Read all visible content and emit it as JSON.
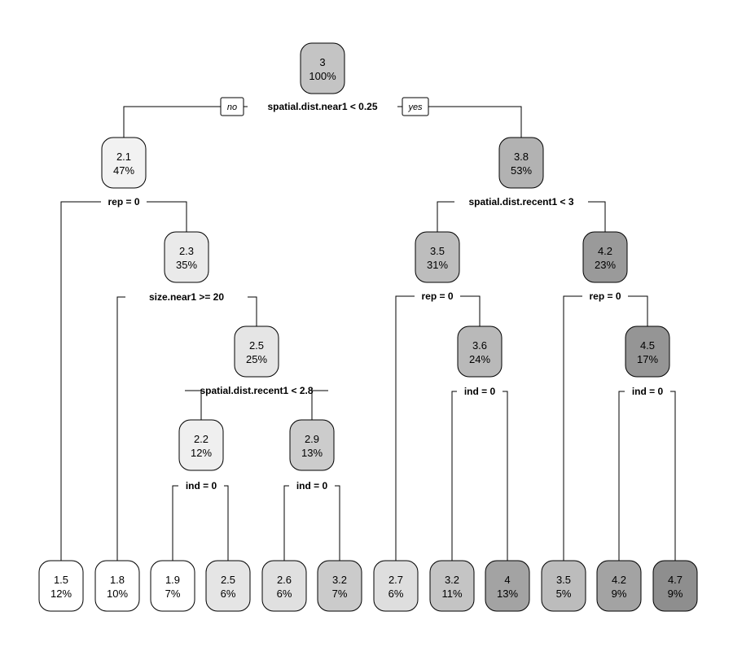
{
  "tree": {
    "branch_tags": {
      "no": "no",
      "yes": "yes"
    },
    "nodes": [
      {
        "id": "n1",
        "value": "3",
        "percent": "100%",
        "color": "#c4c4c4"
      },
      {
        "id": "n2",
        "value": "2.1",
        "percent": "47%",
        "color": "#f2f2f2"
      },
      {
        "id": "n3",
        "value": "3.8",
        "percent": "53%",
        "color": "#b2b2b2"
      },
      {
        "id": "n4",
        "value": "2.3",
        "percent": "35%",
        "color": "#eaeaea"
      },
      {
        "id": "n5",
        "value": "3.5",
        "percent": "31%",
        "color": "#bdbdbd"
      },
      {
        "id": "n6",
        "value": "4.2",
        "percent": "23%",
        "color": "#9a9a9a"
      },
      {
        "id": "n7",
        "value": "2.5",
        "percent": "25%",
        "color": "#e5e5e5"
      },
      {
        "id": "n8",
        "value": "3.6",
        "percent": "24%",
        "color": "#b9b9b9"
      },
      {
        "id": "n9",
        "value": "4.5",
        "percent": "17%",
        "color": "#959595"
      },
      {
        "id": "n10",
        "value": "2.2",
        "percent": "12%",
        "color": "#efefef"
      },
      {
        "id": "n11",
        "value": "2.9",
        "percent": "13%",
        "color": "#cccccc"
      },
      {
        "id": "l1",
        "value": "1.5",
        "percent": "12%",
        "color": "#ffffff"
      },
      {
        "id": "l2",
        "value": "1.8",
        "percent": "10%",
        "color": "#ffffff"
      },
      {
        "id": "l3",
        "value": "1.9",
        "percent": "7%",
        "color": "#ffffff"
      },
      {
        "id": "l4",
        "value": "2.5",
        "percent": "6%",
        "color": "#e5e5e5"
      },
      {
        "id": "l5",
        "value": "2.6",
        "percent": "6%",
        "color": "#e0e0e0"
      },
      {
        "id": "l6",
        "value": "3.2",
        "percent": "7%",
        "color": "#cbcbcb"
      },
      {
        "id": "l7",
        "value": "2.7",
        "percent": "6%",
        "color": "#dedede"
      },
      {
        "id": "l8",
        "value": "3.2",
        "percent": "11%",
        "color": "#c4c4c4"
      },
      {
        "id": "l9",
        "value": "4",
        "percent": "13%",
        "color": "#a3a3a3"
      },
      {
        "id": "l10",
        "value": "3.5",
        "percent": "5%",
        "color": "#bcbcbc"
      },
      {
        "id": "l11",
        "value": "4.2",
        "percent": "9%",
        "color": "#a3a3a3"
      },
      {
        "id": "l12",
        "value": "4.7",
        "percent": "9%",
        "color": "#8e8e8e"
      }
    ],
    "splits": [
      {
        "node": "n1",
        "label": "spatial.dist.near1 < 0.25",
        "left": "n2",
        "right": "n3"
      },
      {
        "node": "n2",
        "label": "rep = 0",
        "left": "l1",
        "right": "n4"
      },
      {
        "node": "n3",
        "label": "spatial.dist.recent1 < 3",
        "left": "n5",
        "right": "n6"
      },
      {
        "node": "n4",
        "label": "size.near1 >= 20",
        "left": "l2",
        "right": "n7"
      },
      {
        "node": "n5",
        "label": "rep = 0",
        "left": "l7",
        "right": "n8"
      },
      {
        "node": "n6",
        "label": "rep = 0",
        "left": "l10",
        "right": "n9"
      },
      {
        "node": "n7",
        "label": "spatial.dist.recent1 < 2.8",
        "left": "n10",
        "right": "n11"
      },
      {
        "node": "n8",
        "label": "ind = 0",
        "left": "l8",
        "right": "l9"
      },
      {
        "node": "n9",
        "label": "ind = 0",
        "left": "l11",
        "right": "l12"
      },
      {
        "node": "n10",
        "label": "ind = 0",
        "left": "l3",
        "right": "l4"
      },
      {
        "node": "n11",
        "label": "ind = 0",
        "left": "l5",
        "right": "l6"
      }
    ]
  }
}
